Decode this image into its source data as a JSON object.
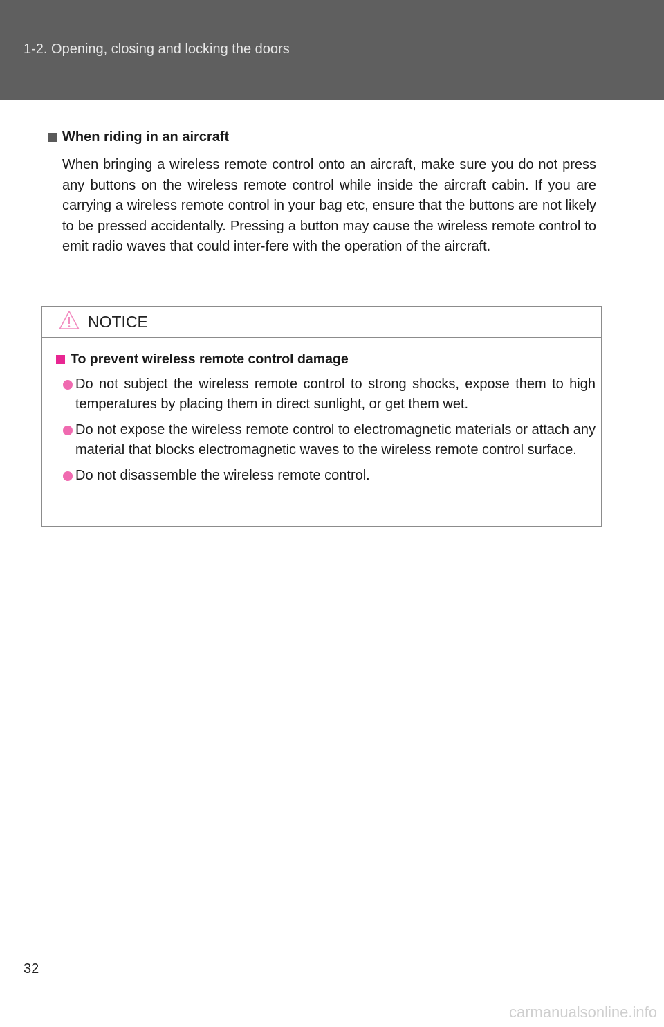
{
  "header": {
    "title": "1-2. Opening, closing and locking the doors"
  },
  "section": {
    "heading": "When riding in an aircraft",
    "body": "When bringing a wireless remote control onto an aircraft, make sure you do not press any buttons on the wireless remote control while inside the aircraft cabin. If you are carrying a wireless remote control in your bag etc, ensure that the buttons are not likely to be pressed accidentally. Pressing a button may cause the wireless remote control to emit radio waves that could inter-fere with the operation of the aircraft."
  },
  "notice": {
    "title": "NOTICE",
    "heading": "To prevent wireless remote control damage",
    "items": [
      "Do not subject the wireless remote control to strong shocks, expose them to high temperatures by placing them in direct sunlight, or get them wet.",
      "Do not expose the wireless remote control to electromagnetic materials or attach any material that blocks electromagnetic waves to the wireless remote control surface.",
      "Do not disassemble the wireless remote control."
    ]
  },
  "footer": {
    "page_number": "32",
    "watermark": "carmanualsonline.info"
  },
  "colors": {
    "header_bg": "#5f5f5f",
    "accent_pink": "#f06ab0"
  },
  "icons": {
    "notice": "warning-triangle-icon"
  }
}
